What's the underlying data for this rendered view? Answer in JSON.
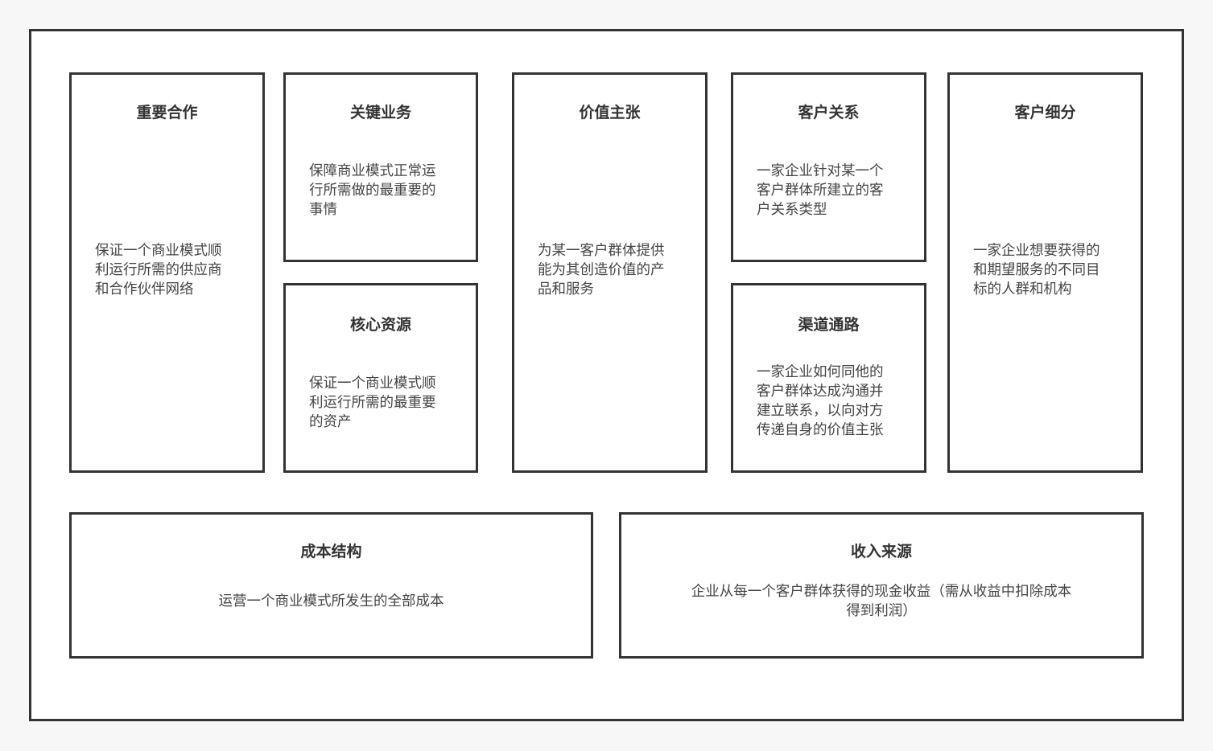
{
  "blocks": {
    "key_partners": {
      "title": "重要合作",
      "text": "保证一个商业模式顺\n利运行所需的供应商\n和合作伙伴网络"
    },
    "key_activities": {
      "title": "关键业务",
      "text": "保障商业模式正常运\n行所需做的最重要的\n事情"
    },
    "key_resources": {
      "title": "核心资源",
      "text": "保证一个商业模式顺\n利运行所需的最重要\n的资产"
    },
    "value_propositions": {
      "title": "价值主张",
      "text": "为某一客户群体提供\n能为其创造价值的产\n品和服务"
    },
    "customer_relationships": {
      "title": "客户关系",
      "text": "一家企业针对某一个\n客户群体所建立的客\n户关系类型"
    },
    "channels": {
      "title": "渠道通路",
      "text": "一家企业如何同他的\n客户群体达成沟通并\n建立联系，以向对方\n传递自身的价值主张"
    },
    "customer_segments": {
      "title": "客户细分",
      "text": "一家企业想要获得的\n和期望服务的不同目\n标的人群和机构"
    },
    "cost_structure": {
      "title": "成本结构",
      "text": "运营一个商业模式所发生的全部成本"
    },
    "revenue_streams": {
      "title": "收入来源",
      "text": "企业从每一个客户群体获得的现金收益（需从收益中扣除成本\n得到利润）"
    }
  },
  "colors": {
    "border": "#333333",
    "text": "#444444",
    "background": "#f7f7f7",
    "panel": "#ffffff"
  }
}
